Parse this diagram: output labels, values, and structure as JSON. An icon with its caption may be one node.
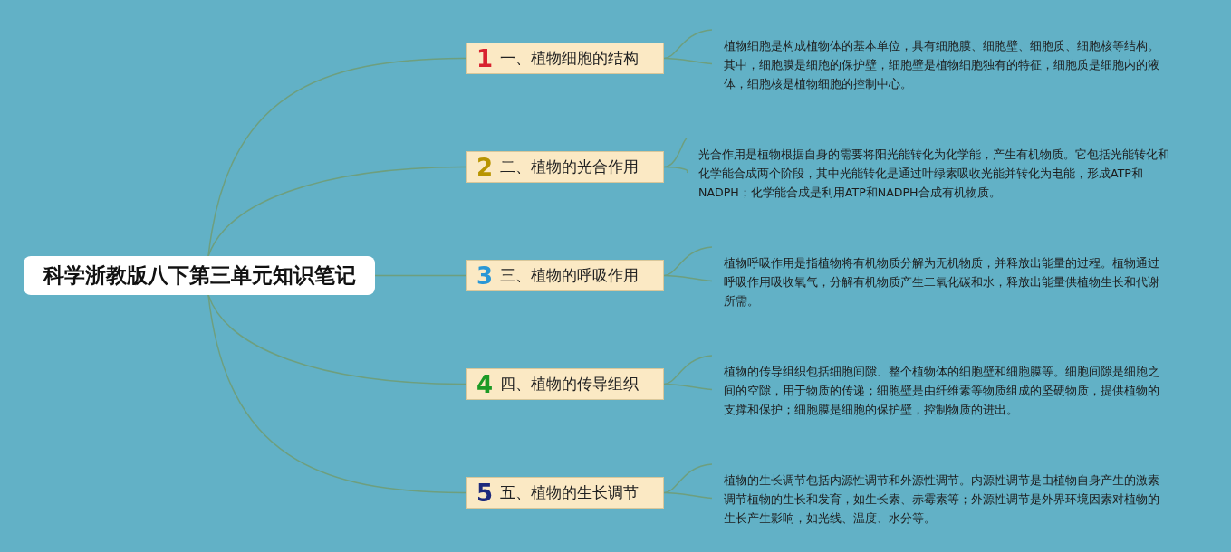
{
  "diagram": {
    "nodes": [
      {
        "text": [
          "科学浙教版八下第三单元知识笔记"
        ]
      },
      {
        "text": [
          "1",
          "一、植物细胞的结构"
        ]
      },
      {
        "text": [
          "2",
          "二、植物的光合作用"
        ]
      },
      {
        "text": [
          "3",
          "三、植物的呼吸作用"
        ]
      },
      {
        "text": [
          "4",
          "四、植物的传导组织"
        ]
      },
      {
        "text": [
          "5",
          "五、植物的生长调节"
        ]
      },
      {
        "text": [
          "植物细胞是构成植物体的基本单位，具有细胞膜、细胞壁、细胞质、细胞核等结构。其中，细胞膜是细胞的保护壁，细胞壁是植物细胞独有的特征，细胞质是细胞内的液体，细胞核是植物细胞的控制中心。"
        ]
      },
      {
        "text": [
          "光合作用是植物根据自身的需要将阳光能转化为化学能，产生有机物质。它包括光能转化和化学能合成两个阶段，其中光能转化是通过叶绿素吸收光能并转化为电能，形成ATP和NADPH；化学能合成是利用ATP和NADPH合成有机物质。"
        ]
      },
      {
        "text": [
          "植物呼吸作用是指植物将有机物质分解为无机物质，并释放出能量的过程。植物通过呼吸作用吸收氧气，分解有机物质产生二氧化碳和水，释放出能量供植物生长和代谢所需。"
        ]
      },
      {
        "text": [
          "植物的传导组织包括细胞间隙、整个植物体的细胞壁和细胞膜等。细胞间隙是细胞之间的空隙，用于物质的传递；细胞壁是由纤维素等物质组成的坚硬物质，提供植物的支撑和保护；细胞膜是细胞的保护壁，控制物质的进出。"
        ]
      },
      {
        "text": [
          "植物的生长调节包括内源性调节和外源性调节。内源性调节是由植物自身产生的激素调节植物的生长和发育，如生长素、赤霉素等；外源性调节是外界环境因素对植物的生长产生影响，如光线、温度、水分等。"
        ]
      }
    ],
    "edges": [
      {
        "from": 0,
        "to": 1,
        "arrow": "none"
      },
      {
        "from": 0,
        "to": 2,
        "arrow": "none"
      },
      {
        "from": 0,
        "to": 3,
        "arrow": "none"
      },
      {
        "from": 0,
        "to": 4,
        "arrow": "none"
      },
      {
        "from": 0,
        "to": 5,
        "arrow": "none"
      },
      {
        "from": 1,
        "to": 6,
        "arrow": "none"
      },
      {
        "from": 2,
        "to": 7,
        "arrow": "none"
      },
      {
        "from": 3,
        "to": 8,
        "arrow": "none"
      },
      {
        "from": 4,
        "to": 9,
        "arrow": "none"
      },
      {
        "from": 5,
        "to": 10,
        "arrow": "none"
      }
    ]
  }
}
